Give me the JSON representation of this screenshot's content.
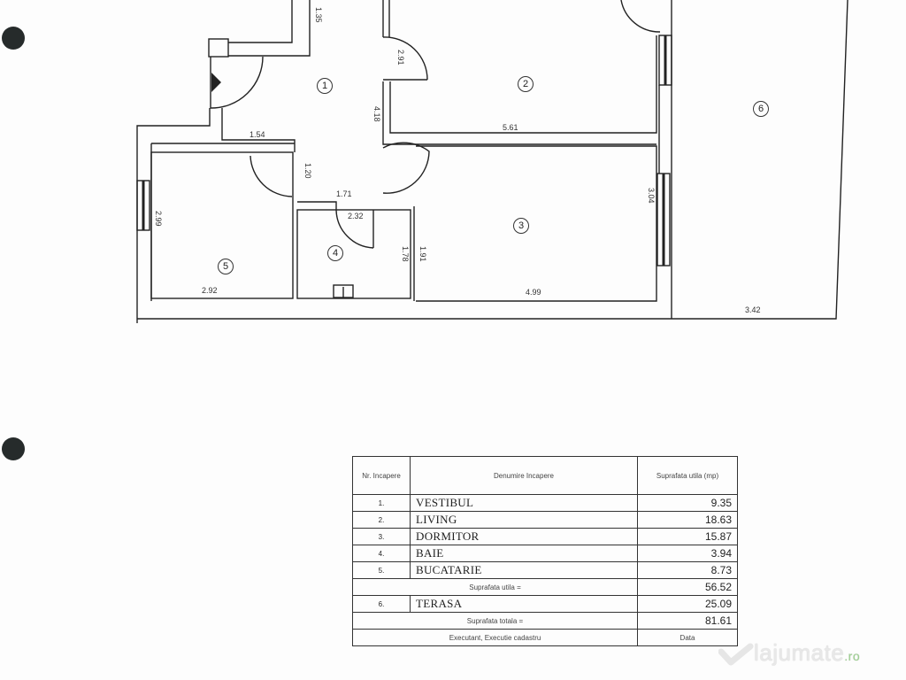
{
  "plan": {
    "rooms": [
      {
        "id": "1",
        "label": "1"
      },
      {
        "id": "2",
        "label": "2"
      },
      {
        "id": "3",
        "label": "3"
      },
      {
        "id": "4",
        "label": "4"
      },
      {
        "id": "5",
        "label": "5"
      },
      {
        "id": "6",
        "label": "6"
      }
    ],
    "dimensions": {
      "d_1_35": "1.35",
      "d_2_91": "2.91",
      "d_4_18": "4.18",
      "d_1_54": "1.54",
      "d_5_61": "5.61",
      "d_1_20": "1.20",
      "d_1_71": "1.71",
      "d_2_32": "2.32",
      "d_2_99": "2.99",
      "d_1_78": "1.78",
      "d_1_91": "1.91",
      "d_3_04": "3.04",
      "d_2_92": "2.92",
      "d_4_99": "4.99",
      "d_3_42": "3.42"
    }
  },
  "table": {
    "headers": {
      "nr": "Nr. Incapere",
      "name": "Denumire Incapere",
      "area": "Suprafata utila (mp)"
    },
    "rows": [
      {
        "nr": "1.",
        "name": "VESTIBUL",
        "area": "9.35"
      },
      {
        "nr": "2.",
        "name": "LIVING",
        "area": "18.63"
      },
      {
        "nr": "3.",
        "name": "DORMITOR",
        "area": "15.87"
      },
      {
        "nr": "4.",
        "name": "BAIE",
        "area": "3.94"
      },
      {
        "nr": "5.",
        "name": "BUCATARIE",
        "area": "8.73"
      }
    ],
    "subtotal": {
      "label": "Suprafata utila =",
      "value": "56.52"
    },
    "terrace": {
      "nr": "6.",
      "name": "TERASA",
      "area": "25.09"
    },
    "total": {
      "label": "Suprafata totala =",
      "value": "81.61"
    },
    "footer": {
      "left": "Executant, Executie cadastru",
      "right": "Data"
    }
  },
  "watermark": {
    "brand": "lajumate",
    "tld": ".ro"
  }
}
